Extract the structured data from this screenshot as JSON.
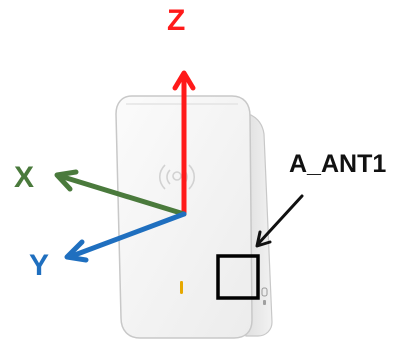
{
  "axes": {
    "z": {
      "label": "Z",
      "color": "#ff1a1a"
    },
    "x": {
      "label": "X",
      "color": "#4a7a3c"
    },
    "y": {
      "label": "Y",
      "color": "#1f6fbf"
    }
  },
  "antenna": {
    "label": "A_ANT1",
    "color": "#111111"
  },
  "device": {
    "body_color": "#f4f4f4",
    "outline_color": "#c8c8c8",
    "led_color": "#e6a800"
  }
}
